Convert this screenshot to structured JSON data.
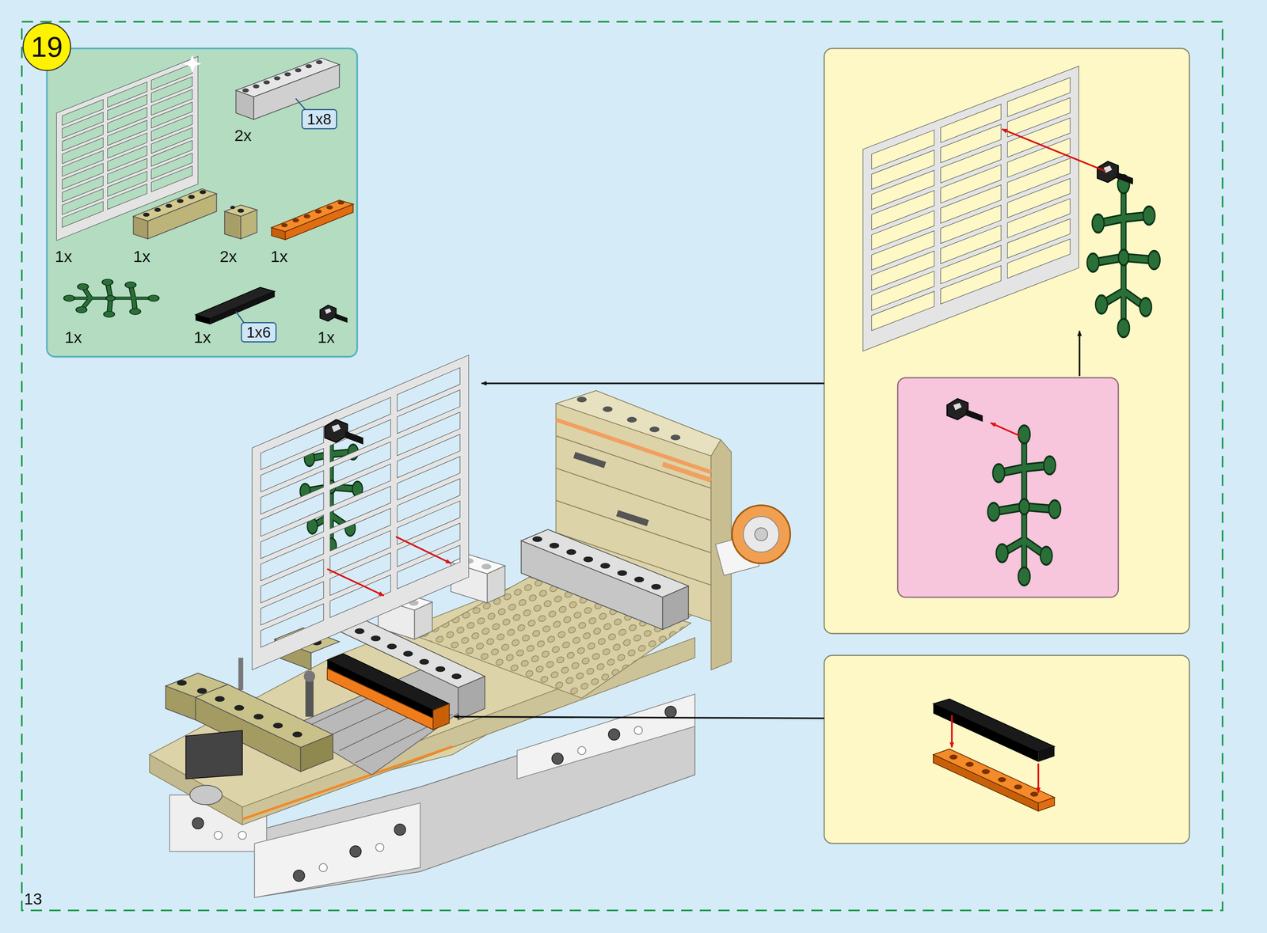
{
  "diagram": {
    "nodes": [
      {
        "text": [
          "19"
        ]
      },
      {
        "text": [
          "1x8"
        ]
      },
      {
        "text": [
          "1x6"
        ]
      }
    ],
    "labels": [
      "2x",
      "1x",
      "1x",
      "2x",
      "1x",
      "1x",
      "1x",
      "1x",
      "13"
    ]
  }
}
